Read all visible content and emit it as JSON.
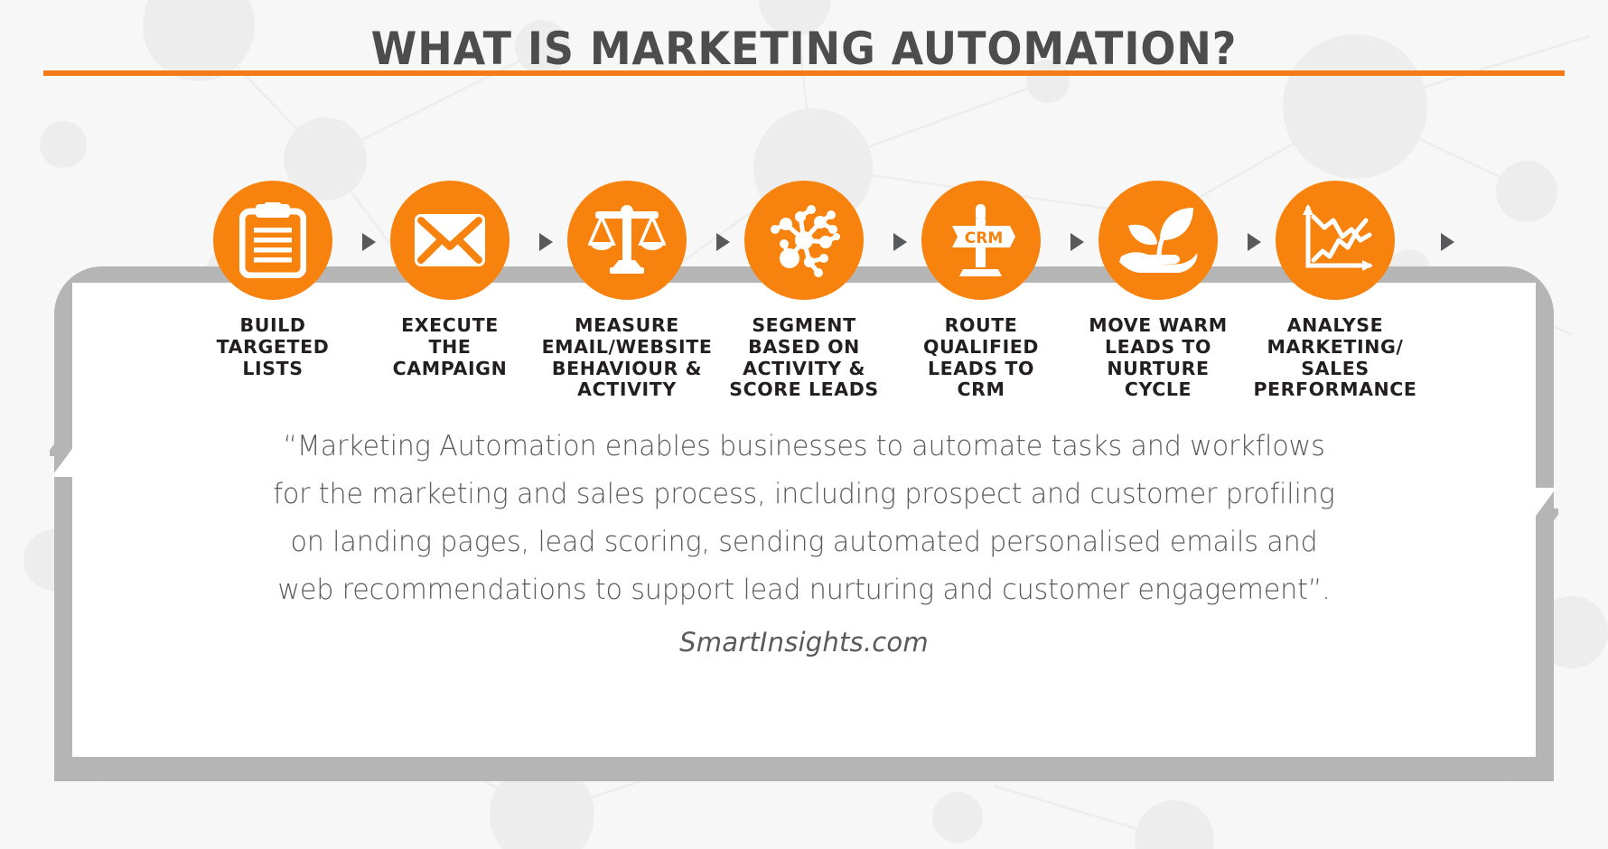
{
  "header": {
    "title": "WHAT IS MARKETING AUTOMATION?",
    "rule_color": "#f47b16"
  },
  "theme": {
    "accent_orange": "#f7820d",
    "band_gray": "#b5b5b5",
    "arrow_gray": "#58595b",
    "text_dark": "#231f20",
    "quote_gray": "#5a5a5a",
    "page_background": "#f7f7f7",
    "card_background": "#ffffff",
    "network_gray": "#ebebeb"
  },
  "process": {
    "arrow_icon": "triangle-right-icon",
    "loop_left_arrow_icon": "arrow-up-icon",
    "loop_right_arrow_icon": "arrow-down-icon",
    "steps": [
      {
        "index": 1,
        "icon": "clipboard-icon",
        "label_lines": [
          "Build",
          "targeted",
          "lists"
        ],
        "label_plain": "Build targeted lists"
      },
      {
        "index": 2,
        "icon": "envelope-icon",
        "label_lines": [
          "Execute",
          "the",
          "campaign"
        ],
        "label_plain": "Execute the campaign"
      },
      {
        "index": 3,
        "icon": "balance-scales-icon",
        "label_lines": [
          "Measure",
          "email/website",
          "behaviour &",
          "activity"
        ],
        "label_plain": "Measure email/website behaviour & activity"
      },
      {
        "index": 4,
        "icon": "network-nodes-icon",
        "label_lines": [
          "Segment",
          "based on",
          "activity &",
          "score leads"
        ],
        "label_plain": "Segment based on activity & score leads"
      },
      {
        "index": 5,
        "icon": "signpost-crm-icon",
        "icon_text": "CRM",
        "label_lines": [
          "Route",
          "qualified",
          "leads to",
          "crm"
        ],
        "label_plain": "Route qualified leads to CRM"
      },
      {
        "index": 6,
        "icon": "hand-plant-icon",
        "label_lines": [
          "Move warm",
          "leads to",
          "nurture",
          "cycle"
        ],
        "label_plain": "Move warm leads to nurture cycle"
      },
      {
        "index": 7,
        "icon": "line-chart-icon",
        "label_lines": [
          "Analyse",
          "marketing/",
          "sales",
          "performance"
        ],
        "label_plain": "Analyse marketing/sales performance"
      }
    ]
  },
  "quote": {
    "lines": [
      "“Marketing Automation enables businesses to automate tasks and workflows",
      "for the marketing and sales process, including prospect and customer profiling",
      "on landing pages, lead scoring, sending automated personalised emails and",
      "web recommendations to support lead nurturing and customer engagement”."
    ],
    "source": "SmartInsights.com"
  }
}
